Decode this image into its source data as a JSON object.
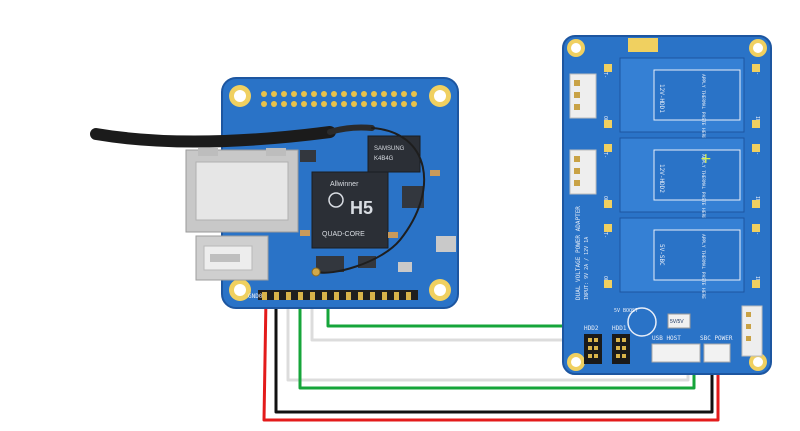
{
  "left_board": {
    "soc_logo": "H5",
    "soc_brand": "Allwinner",
    "soc_model": "QUAD-CORE",
    "ram_chip_text": "SAMSUNG",
    "ram_chip_code": "K4B4G",
    "pin_label": "GND0"
  },
  "right_board": {
    "side_title": "DUAL VOLTAGE POWER ADAPTER",
    "side_sub": "INPUT: 9V 2A / 12V 1A",
    "heatsink_note": "APPLY THERMAL PASTE HERE",
    "slot_1": "12V-HDD1",
    "slot_2": "12V-HDD2",
    "slot_3": "5V-SBC",
    "out_minus": "OUT-",
    "out_plus": "OUT+",
    "in_minus": "IN-",
    "in_plus": "IN+",
    "hdd1": "HDD1",
    "hdd2": "HDD2",
    "sbc_power": "SBC POWER",
    "usb_host": "USB HOST",
    "power_5v": "5V BOOST",
    "jumper": "5V/5V"
  },
  "colors": {
    "board_blue": "#2a73c7",
    "board_dark": "#1d56a0",
    "wire_red": "#e31b1b",
    "wire_black": "#111111",
    "wire_green": "#16a53a",
    "wire_white": "#dddddd"
  }
}
